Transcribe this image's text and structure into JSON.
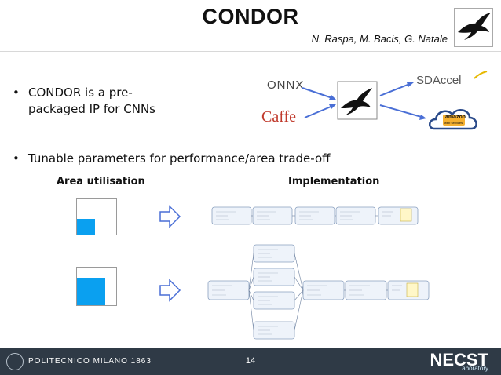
{
  "slide": {
    "title": "CONDOR",
    "authors": "N. Raspa, M. Bacis, G. Natale",
    "page_number": "14"
  },
  "bullets": {
    "first_line1": "CONDOR is a pre-",
    "first_line2": "packaged IP for CNNs",
    "second": "Tunable parameters for performance/area trade-off",
    "marker": "•"
  },
  "frameworks": {
    "onnx": "ONNX",
    "caffe": "Caffe",
    "sdaccel": "SDAccel",
    "amazon": "amazon",
    "amazon_sub": "web services"
  },
  "sections": {
    "area": "Area utilisation",
    "implementation": "Implementation"
  },
  "area_levels": [
    0.45,
    0.72
  ],
  "footer": {
    "polimi": "POLITECNICO MILANO 1863",
    "necst_ne": "NE",
    "necst_cst": "CST",
    "necst_lab": "aboratory"
  },
  "colors": {
    "accent_blue": "#0aa0f0",
    "arrow_blue": "#4a6fd6",
    "footer_bg": "#2f3a46",
    "caffe_red": "#c0392b"
  },
  "icons": {
    "logo": "condor-bird-icon",
    "arrow": "right-outline-arrow-icon",
    "cloud": "cloud-icon"
  }
}
